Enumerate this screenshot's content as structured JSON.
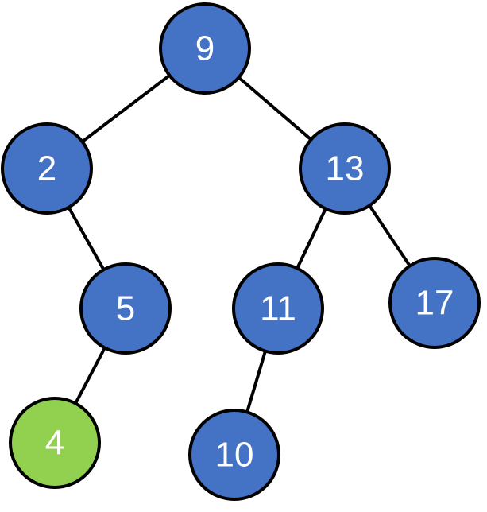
{
  "colors": {
    "node_default": "#4472C4",
    "node_highlight": "#92D050",
    "stroke": "#000000",
    "label": "#ffffff"
  },
  "tree": {
    "nodes": [
      {
        "id": "n9",
        "label": "9",
        "highlight": false
      },
      {
        "id": "n2",
        "label": "2",
        "highlight": false
      },
      {
        "id": "n13",
        "label": "13",
        "highlight": false
      },
      {
        "id": "n5",
        "label": "5",
        "highlight": false
      },
      {
        "id": "n11",
        "label": "11",
        "highlight": false
      },
      {
        "id": "n17",
        "label": "17",
        "highlight": false
      },
      {
        "id": "n4",
        "label": "4",
        "highlight": true
      },
      {
        "id": "n10",
        "label": "10",
        "highlight": false
      }
    ],
    "edges": [
      {
        "from": "n9",
        "to": "n2"
      },
      {
        "from": "n9",
        "to": "n13"
      },
      {
        "from": "n2",
        "to": "n5"
      },
      {
        "from": "n5",
        "to": "n4"
      },
      {
        "from": "n13",
        "to": "n11"
      },
      {
        "from": "n13",
        "to": "n17"
      },
      {
        "from": "n11",
        "to": "n10"
      }
    ]
  }
}
